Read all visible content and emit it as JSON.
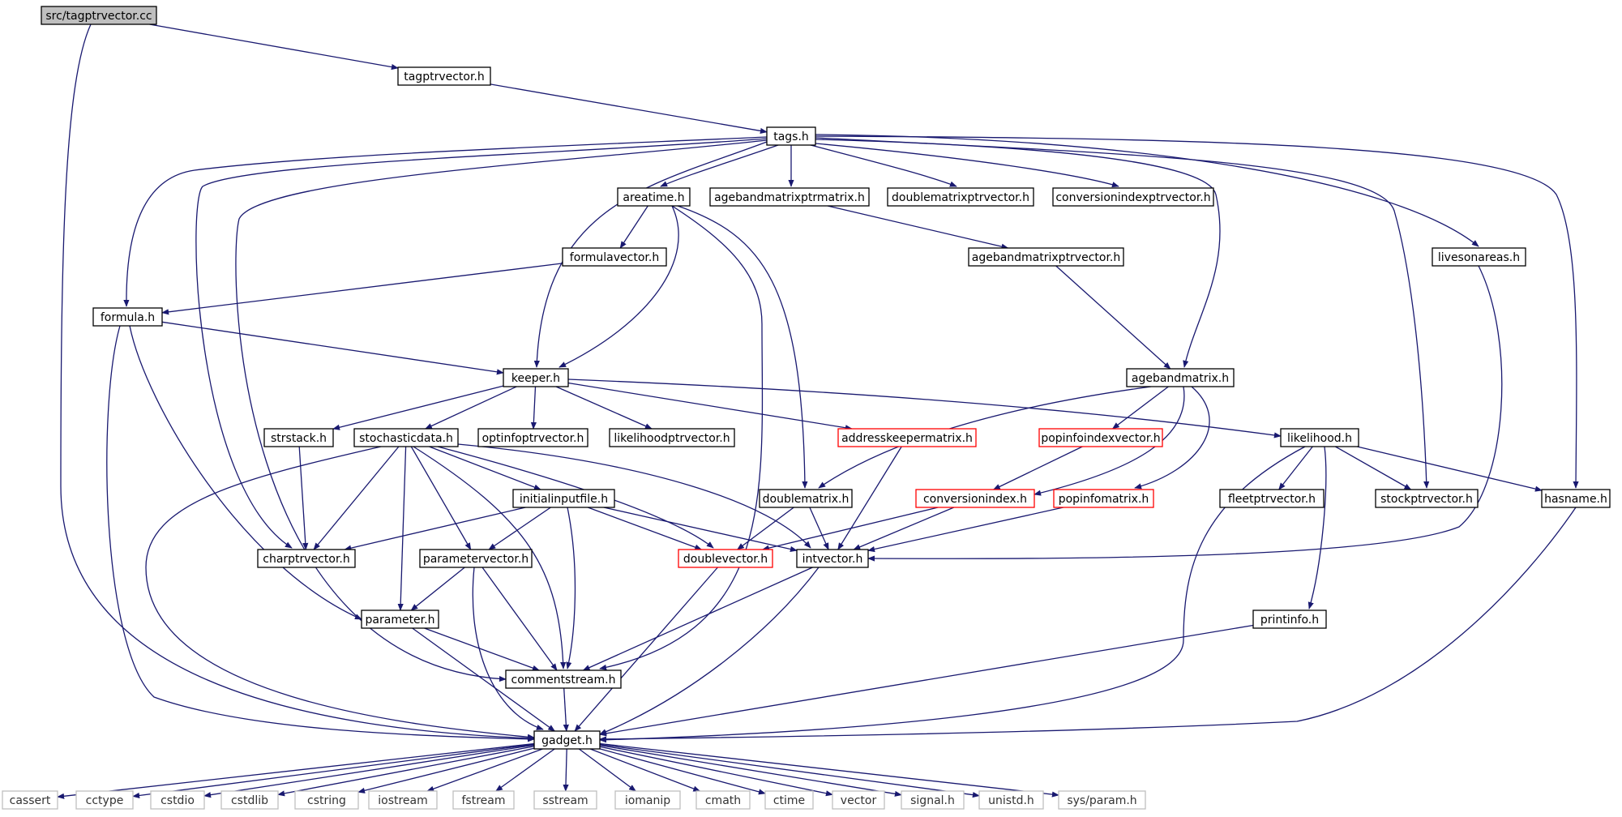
{
  "colors": {
    "edge": "#191970",
    "node_border": "#000000",
    "incomplete_border": "#ff0000",
    "system_border": "#bfbfbf",
    "root_fill": "#bfbfbf",
    "node_fill": "#ffffff"
  },
  "nodes": [
    {
      "id": "root",
      "label": "src/tagptrvector.cc",
      "kind": "root"
    },
    {
      "id": "tagptrvector",
      "label": "tagptrvector.h",
      "kind": "normal"
    },
    {
      "id": "tags",
      "label": "tags.h",
      "kind": "normal"
    },
    {
      "id": "areatime",
      "label": "areatime.h",
      "kind": "normal"
    },
    {
      "id": "agebandmatrixptrmatrix",
      "label": "agebandmatrixptrmatrix.h",
      "kind": "normal"
    },
    {
      "id": "doublematrixptrvector",
      "label": "doublematrixptrvector.h",
      "kind": "normal"
    },
    {
      "id": "conversionindexptrvector",
      "label": "conversionindexptrvector.h",
      "kind": "normal"
    },
    {
      "id": "formulavector",
      "label": "formulavector.h",
      "kind": "normal"
    },
    {
      "id": "agebandmatrixptrvector",
      "label": "agebandmatrixptrvector.h",
      "kind": "normal"
    },
    {
      "id": "livesonareas",
      "label": "livesonareas.h",
      "kind": "normal"
    },
    {
      "id": "formula",
      "label": "formula.h",
      "kind": "normal"
    },
    {
      "id": "keeper",
      "label": "keeper.h",
      "kind": "normal"
    },
    {
      "id": "agebandmatrix",
      "label": "agebandmatrix.h",
      "kind": "normal"
    },
    {
      "id": "strstack",
      "label": "strstack.h",
      "kind": "normal"
    },
    {
      "id": "stochasticdata",
      "label": "stochasticdata.h",
      "kind": "normal"
    },
    {
      "id": "optinfoptrvector",
      "label": "optinfoptrvector.h",
      "kind": "normal"
    },
    {
      "id": "likelihoodptrvector",
      "label": "likelihoodptrvector.h",
      "kind": "normal"
    },
    {
      "id": "addresskeepermatrix",
      "label": "addresskeepermatrix.h",
      "kind": "incomplete"
    },
    {
      "id": "popinfoindexvector",
      "label": "popinfoindexvector.h",
      "kind": "incomplete"
    },
    {
      "id": "likelihood",
      "label": "likelihood.h",
      "kind": "normal"
    },
    {
      "id": "initialinputfile",
      "label": "initialinputfile.h",
      "kind": "normal"
    },
    {
      "id": "doublematrix",
      "label": "doublematrix.h",
      "kind": "normal"
    },
    {
      "id": "conversionindex",
      "label": "conversionindex.h",
      "kind": "incomplete"
    },
    {
      "id": "popinfomatrix",
      "label": "popinfomatrix.h",
      "kind": "incomplete"
    },
    {
      "id": "fleetptrvector",
      "label": "fleetptrvector.h",
      "kind": "normal"
    },
    {
      "id": "stockptrvector",
      "label": "stockptrvector.h",
      "kind": "normal"
    },
    {
      "id": "hasname",
      "label": "hasname.h",
      "kind": "normal"
    },
    {
      "id": "charptrvector",
      "label": "charptrvector.h",
      "kind": "normal"
    },
    {
      "id": "parametervector",
      "label": "parametervector.h",
      "kind": "normal"
    },
    {
      "id": "doublevector",
      "label": "doublevector.h",
      "kind": "incomplete"
    },
    {
      "id": "intvector",
      "label": "intvector.h",
      "kind": "normal"
    },
    {
      "id": "parameter",
      "label": "parameter.h",
      "kind": "normal"
    },
    {
      "id": "printinfo",
      "label": "printinfo.h",
      "kind": "normal"
    },
    {
      "id": "commentstream",
      "label": "commentstream.h",
      "kind": "normal"
    },
    {
      "id": "gadget",
      "label": "gadget.h",
      "kind": "normal"
    },
    {
      "id": "cassert",
      "label": "cassert",
      "kind": "system"
    },
    {
      "id": "cctype",
      "label": "cctype",
      "kind": "system"
    },
    {
      "id": "cstdio",
      "label": "cstdio",
      "kind": "system"
    },
    {
      "id": "cstdlib",
      "label": "cstdlib",
      "kind": "system"
    },
    {
      "id": "cstring",
      "label": "cstring",
      "kind": "system"
    },
    {
      "id": "iostream",
      "label": "iostream",
      "kind": "system"
    },
    {
      "id": "fstream",
      "label": "fstream",
      "kind": "system"
    },
    {
      "id": "sstream",
      "label": "sstream",
      "kind": "system"
    },
    {
      "id": "iomanip",
      "label": "iomanip",
      "kind": "system"
    },
    {
      "id": "cmath",
      "label": "cmath",
      "kind": "system"
    },
    {
      "id": "ctime",
      "label": "ctime",
      "kind": "system"
    },
    {
      "id": "vector",
      "label": "vector",
      "kind": "system"
    },
    {
      "id": "signal",
      "label": "signal.h",
      "kind": "system"
    },
    {
      "id": "unistd",
      "label": "unistd.h",
      "kind": "system"
    },
    {
      "id": "sysparam",
      "label": "sys/param.h",
      "kind": "system"
    }
  ],
  "edges": [
    [
      "root",
      "tagptrvector"
    ],
    [
      "root",
      "gadget"
    ],
    [
      "tagptrvector",
      "tags"
    ],
    [
      "tags",
      "areatime"
    ],
    [
      "tags",
      "agebandmatrixptrmatrix"
    ],
    [
      "tags",
      "doublematrixptrvector"
    ],
    [
      "tags",
      "conversionindexptrvector"
    ],
    [
      "tags",
      "livesonareas"
    ],
    [
      "tags",
      "formula"
    ],
    [
      "tags",
      "keeper"
    ],
    [
      "tags",
      "agebandmatrix"
    ],
    [
      "tags",
      "charptrvector"
    ],
    [
      "tags",
      "commentstream"
    ],
    [
      "tags",
      "stockptrvector"
    ],
    [
      "tags",
      "hasname"
    ],
    [
      "areatime",
      "formulavector"
    ],
    [
      "areatime",
      "keeper"
    ],
    [
      "areatime",
      "doublematrix"
    ],
    [
      "areatime",
      "commentstream"
    ],
    [
      "agebandmatrixptrmatrix",
      "agebandmatrixptrvector"
    ],
    [
      "formulavector",
      "formula"
    ],
    [
      "agebandmatrixptrvector",
      "agebandmatrix"
    ],
    [
      "livesonareas",
      "intvector"
    ],
    [
      "formula",
      "keeper"
    ],
    [
      "formula",
      "parameter"
    ],
    [
      "formula",
      "gadget"
    ],
    [
      "keeper",
      "strstack"
    ],
    [
      "keeper",
      "stochasticdata"
    ],
    [
      "keeper",
      "optinfoptrvector"
    ],
    [
      "keeper",
      "likelihoodptrvector"
    ],
    [
      "keeper",
      "addresskeepermatrix"
    ],
    [
      "keeper",
      "likelihood"
    ],
    [
      "agebandmatrix",
      "doublematrix"
    ],
    [
      "agebandmatrix",
      "popinfoindexvector"
    ],
    [
      "agebandmatrix",
      "conversionindex"
    ],
    [
      "agebandmatrix",
      "popinfomatrix"
    ],
    [
      "strstack",
      "charptrvector"
    ],
    [
      "stochasticdata",
      "charptrvector"
    ],
    [
      "stochasticdata",
      "initialinputfile"
    ],
    [
      "stochasticdata",
      "parametervector"
    ],
    [
      "stochasticdata",
      "parameter"
    ],
    [
      "stochasticdata",
      "doublevector"
    ],
    [
      "stochasticdata",
      "intvector"
    ],
    [
      "stochasticdata",
      "commentstream"
    ],
    [
      "stochasticdata",
      "gadget"
    ],
    [
      "addresskeepermatrix",
      "intvector"
    ],
    [
      "popinfoindexvector",
      "conversionindex"
    ],
    [
      "likelihood",
      "fleetptrvector"
    ],
    [
      "likelihood",
      "stockptrvector"
    ],
    [
      "likelihood",
      "hasname"
    ],
    [
      "likelihood",
      "printinfo"
    ],
    [
      "likelihood",
      "gadget"
    ],
    [
      "initialinputfile",
      "charptrvector"
    ],
    [
      "initialinputfile",
      "parametervector"
    ],
    [
      "initialinputfile",
      "doublevector"
    ],
    [
      "initialinputfile",
      "intvector"
    ],
    [
      "initialinputfile",
      "commentstream"
    ],
    [
      "doublematrix",
      "doublevector"
    ],
    [
      "doublematrix",
      "intvector"
    ],
    [
      "conversionindex",
      "doublevector"
    ],
    [
      "conversionindex",
      "intvector"
    ],
    [
      "popinfomatrix",
      "intvector"
    ],
    [
      "hasname",
      "gadget"
    ],
    [
      "parametervector",
      "parameter"
    ],
    [
      "parametervector",
      "commentstream"
    ],
    [
      "parametervector",
      "gadget"
    ],
    [
      "doublevector",
      "gadget"
    ],
    [
      "intvector",
      "commentstream"
    ],
    [
      "intvector",
      "gadget"
    ],
    [
      "parameter",
      "commentstream"
    ],
    [
      "parameter",
      "gadget"
    ],
    [
      "printinfo",
      "gadget"
    ],
    [
      "commentstream",
      "gadget"
    ],
    [
      "gadget",
      "cassert"
    ],
    [
      "gadget",
      "cctype"
    ],
    [
      "gadget",
      "cstdio"
    ],
    [
      "gadget",
      "cstdlib"
    ],
    [
      "gadget",
      "cstring"
    ],
    [
      "gadget",
      "iostream"
    ],
    [
      "gadget",
      "fstream"
    ],
    [
      "gadget",
      "sstream"
    ],
    [
      "gadget",
      "iomanip"
    ],
    [
      "gadget",
      "cmath"
    ],
    [
      "gadget",
      "ctime"
    ],
    [
      "gadget",
      "vector"
    ],
    [
      "gadget",
      "signal"
    ],
    [
      "gadget",
      "unistd"
    ],
    [
      "gadget",
      "sysparam"
    ]
  ]
}
